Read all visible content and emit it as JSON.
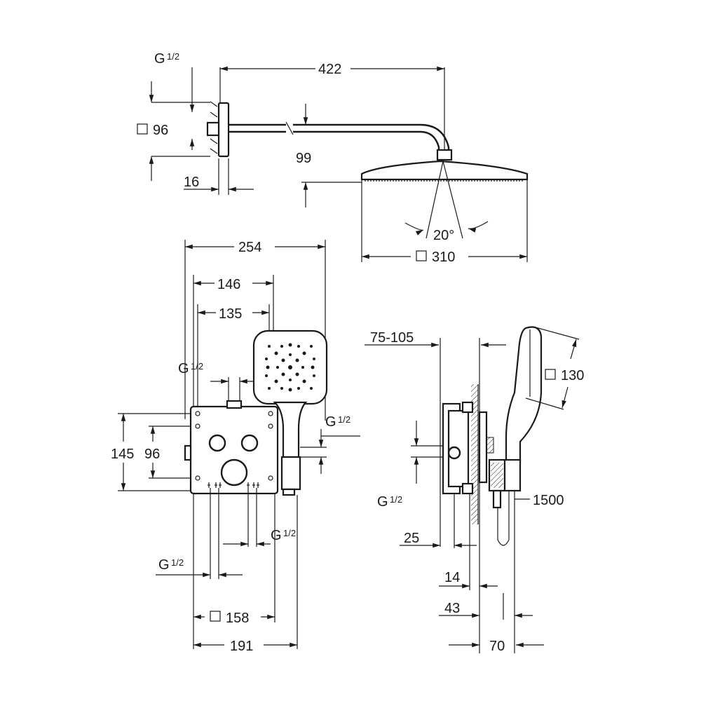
{
  "shower_head_view": {
    "arm_length": "422",
    "flange_square": "96",
    "flange_depth": "16",
    "drop_height": "99",
    "tilt_angle": "20°",
    "head_square": "310",
    "thread_g": "G",
    "thread_fraction": "1/2"
  },
  "front_view": {
    "overall_width": "254",
    "dist_146": "146",
    "dist_135": "135",
    "height_145": "145",
    "height_96": "96",
    "square_158": "158",
    "width_191": "191",
    "thread_g": "G",
    "thread_fraction": "1/2"
  },
  "side_view": {
    "wall_depth_range": "75-105",
    "handshower_square": "130",
    "hose_length": "1500",
    "dim_25": "25",
    "dim_14": "14",
    "dim_43": "43",
    "dim_70": "70",
    "thread_g": "G",
    "thread_fraction": "1/2"
  },
  "symbols": {
    "square_symbol": "□"
  }
}
